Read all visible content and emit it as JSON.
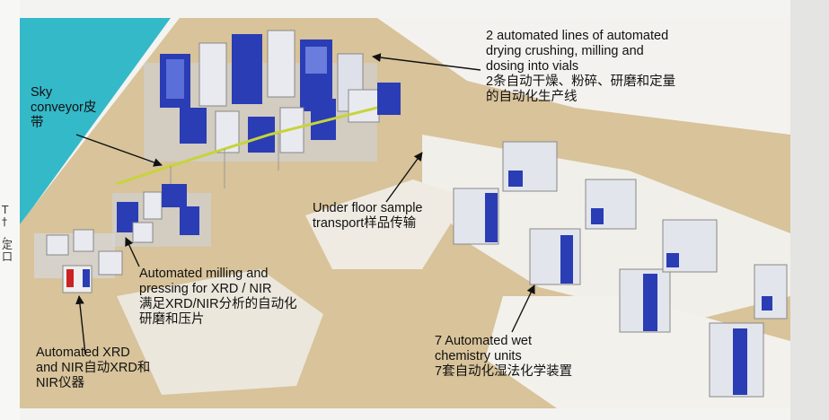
{
  "callouts": {
    "drying_lines": {
      "lines": [
        "2 automated lines of automated",
        "drying crushing, milling and",
        "dosing into vials",
        "2条自动干燥、粉碎、研磨和定量",
        "的自动化生产线"
      ]
    },
    "sky_conveyor": {
      "lines": [
        "Sky",
        "conveyor皮",
        "带"
      ]
    },
    "under_floor": {
      "lines": [
        "Under floor sample",
        "transport样品传输"
      ]
    },
    "milling_pressing": {
      "lines": [
        "Automated milling and",
        "pressing for XRD / NIR",
        "满足XRD/NIR分析的自动化",
        "研磨和压片"
      ]
    },
    "xrd_nir": {
      "lines": [
        "Automated XRD",
        "and NIR自动XRD和",
        "NIR仪器"
      ]
    },
    "wet_chemistry": {
      "lines": [
        "7 Automated wet",
        "chemistry units",
        "7套自动化湿法化学装置"
      ]
    }
  },
  "edge_fragments": [
    "T",
    "†",
    "¸",
    "定",
    "口"
  ],
  "colors": {
    "floor": "#d8c39a",
    "water": "#34b9c9",
    "machine_blue": "#2a3db5",
    "arrow": "#111111"
  }
}
